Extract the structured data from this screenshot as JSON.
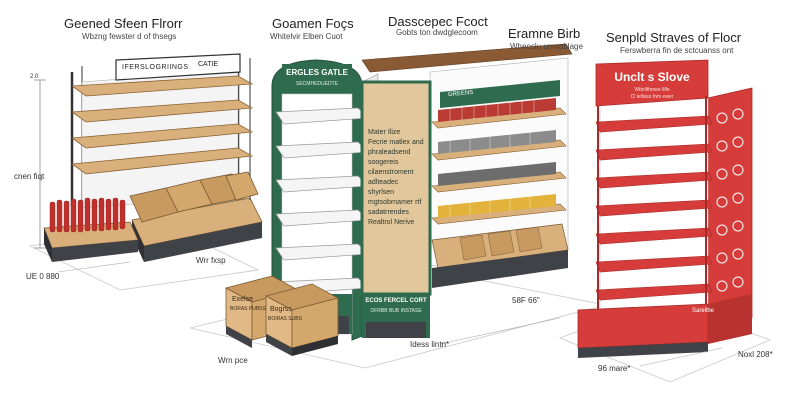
{
  "labels": {
    "unit1_title": "Geened Sfeen Flrorr",
    "unit1_sub": "Wbzng fewster d of thsegs",
    "unit2_title": "Goamen Foçs",
    "unit2_sub": "Whitelvir Elben Cuot",
    "unit3_title": "Dasscepec Fcoct",
    "unit3_sub": "Gobts ton dwdglecoom",
    "unit4_title": "Eramne Birb",
    "unit4_sub": "Wheeslu unmablage",
    "unit5_title": "Senpld Straves of Flocr",
    "unit5_sub": "Ferswberra fin de sctcuanss ont",
    "height_label": "cnen fiqt",
    "dim_left": "UE 0 880",
    "dim_wire": "Wrr fxsp",
    "dim_bins": "Wrn pce",
    "dim_center": "Idess lintn*",
    "dim_center_right": "58F 66\"",
    "dim_red": "96 mare*",
    "dim_red_right": "Noxl 208*",
    "dim_tick": "2.0"
  },
  "signs": {
    "wire_header_left": "IFERSLOGRIINGS",
    "wire_header_right": "CATIE",
    "green_header": "ERGLES GATLE",
    "green_header_sub": "SECMHEDUEDTE",
    "green_panel_text": [
      "Mater Ilize",
      "Fecrie matlex and",
      "phraleadsend",
      "soogereis",
      "cilaenstroment",
      "adlteadec",
      "shyrlsen",
      "mgtsobrnamer rtf",
      "sadatrrendes",
      "Realtrol Nerive"
    ],
    "green_base": "ECOS FERCEL CORT",
    "green_base_sub": "OFRBB BUB INSTASE",
    "gondola_header": "GREENS",
    "bin1_text": "Exelse",
    "bin1_sub": "BORAS PUBSS",
    "bin2_text": "Bogrss",
    "bin2_sub": "BOIRAS SUBS",
    "red_title": "Unclt s Slove",
    "red_sub": "Wttellthmee lilfe",
    "red_sub2": "Cl lellsiss fnm ewer",
    "red_base": "Sarellbe"
  },
  "colors": {
    "red": "#d63d3a",
    "red_dark": "#a82a28",
    "green": "#2f6b4f",
    "green_dark": "#23513c",
    "wood": "#d9b07c",
    "wood_dark": "#b98a52",
    "charcoal": "#3f4246",
    "white_shelf": "#f2f2f2"
  },
  "icons": [
    "heart-icon",
    "leaf-icon",
    "clock-icon",
    "star-icon",
    "cart-icon",
    "bolt-icon"
  ]
}
